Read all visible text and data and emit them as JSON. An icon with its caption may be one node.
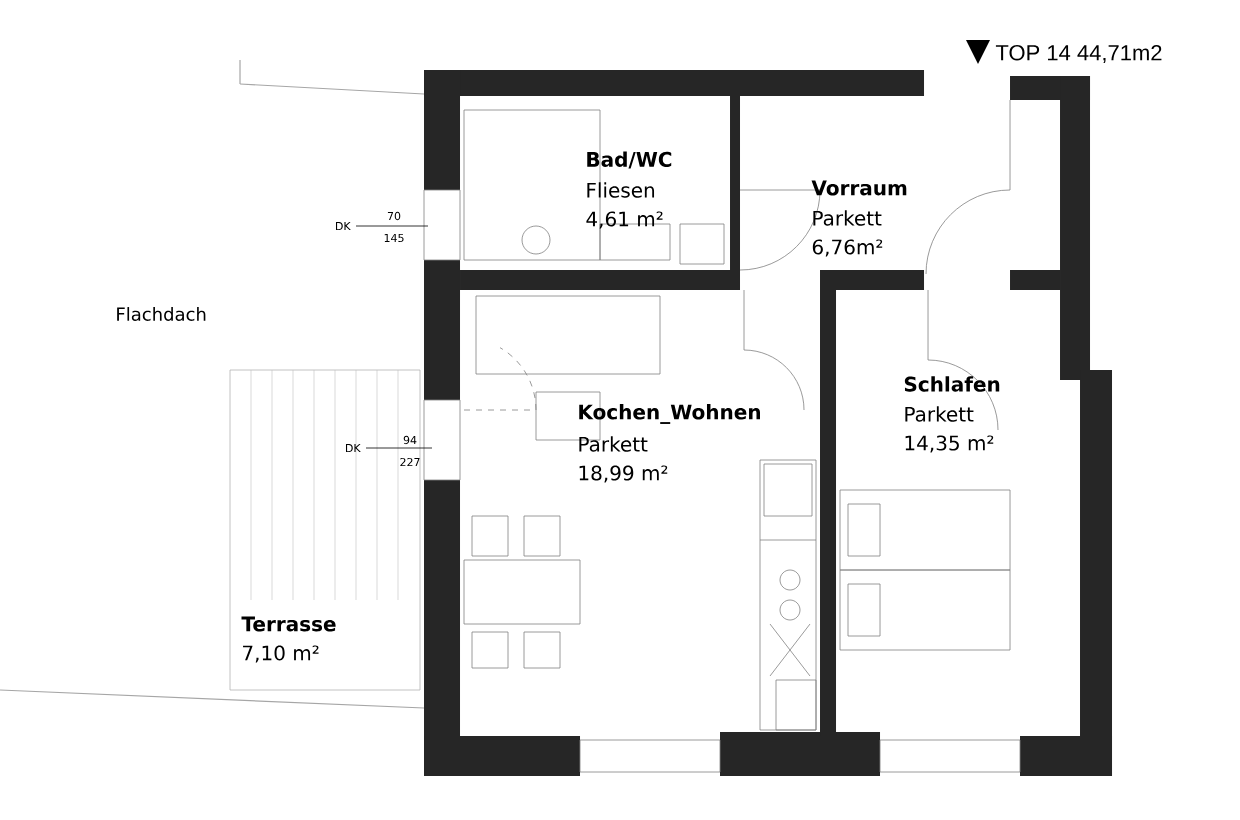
{
  "diagram": {
    "nodes": [
      {
        "text": [
          "Bad/WC",
          "Fliesen",
          "4,61 m²"
        ]
      },
      {
        "text": [
          "Vorraum",
          "Parkett",
          "6,76m²"
        ]
      },
      {
        "text": [
          "Kochen_Wohnen",
          "Parkett",
          "18,99 m²"
        ]
      },
      {
        "text": [
          "Schlafen",
          "Parkett",
          "14,35 m²"
        ]
      },
      {
        "text": [
          "Terrasse",
          "7,10 m²"
        ]
      }
    ],
    "labels": [
      "TOP 14 44,71m2",
      "Flachdach",
      "DK",
      "70",
      "145",
      "DK",
      "94",
      "227"
    ]
  }
}
